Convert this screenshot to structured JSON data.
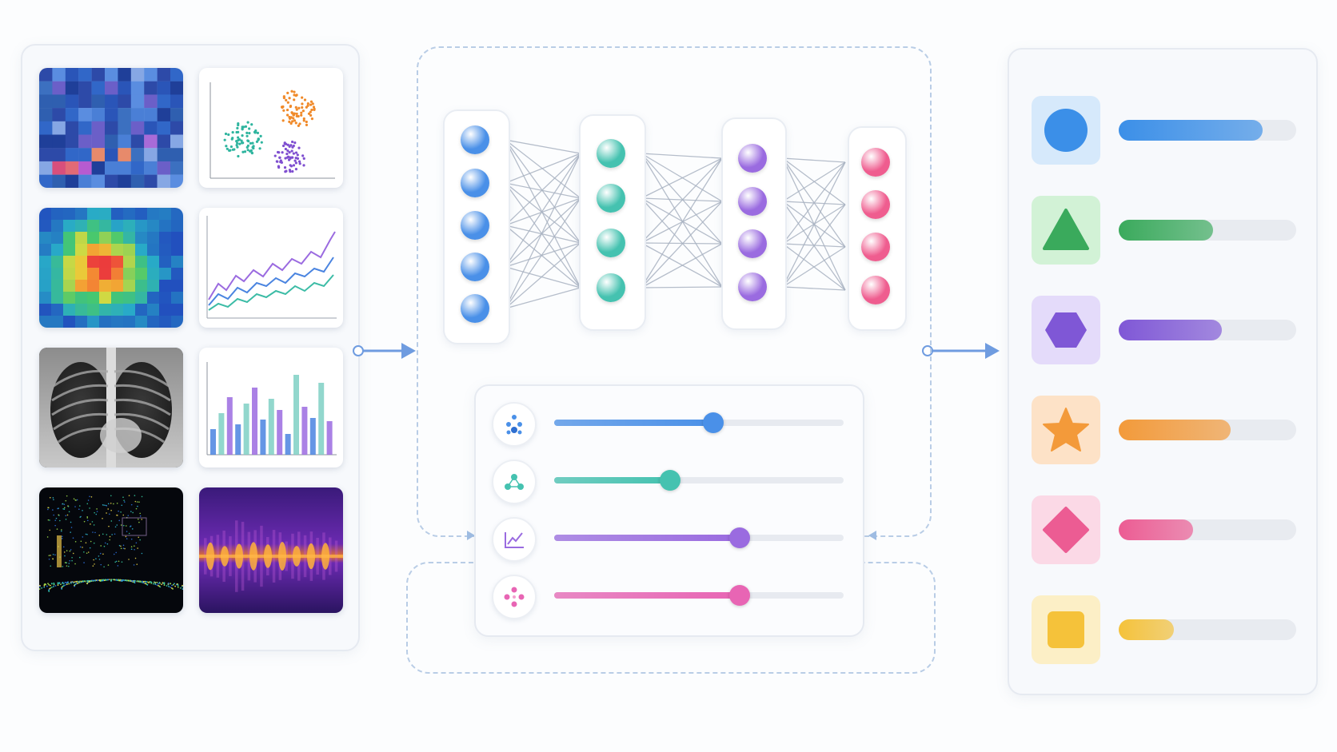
{
  "inputs": [
    {
      "name": "grid-heatmap",
      "icon": "heatmap-blue-icon"
    },
    {
      "name": "scatter-clusters",
      "icon": "scatter-plot-icon"
    },
    {
      "name": "thermal-heatmap",
      "icon": "heatmap-thermal-icon"
    },
    {
      "name": "line-chart",
      "icon": "line-chart-icon"
    },
    {
      "name": "chest-xray",
      "icon": "xray-icon"
    },
    {
      "name": "bar-chart",
      "icon": "bar-chart-icon"
    },
    {
      "name": "lidar-point-cloud",
      "icon": "point-cloud-icon"
    },
    {
      "name": "spectrogram",
      "icon": "spectrogram-icon"
    }
  ],
  "network": {
    "layers": [
      {
        "nodes": 5,
        "color": "#4a90e8"
      },
      {
        "nodes": 4,
        "color": "#45c2b0"
      },
      {
        "nodes": 4,
        "color": "#9a6be0"
      },
      {
        "nodes": 4,
        "color": "#ef5d8f"
      }
    ]
  },
  "controls": [
    {
      "icon": "droplets-icon",
      "value": 0.55,
      "color": "#4a90e8"
    },
    {
      "icon": "nodes-icon",
      "value": 0.4,
      "color": "#45c2b0"
    },
    {
      "icon": "trend-icon",
      "value": 0.64,
      "color": "#9a6be0"
    },
    {
      "icon": "cluster-icon",
      "value": 0.64,
      "color": "#e865b4"
    }
  ],
  "outputs": [
    {
      "shape": "circle-icon",
      "value": 0.81,
      "color": "#3b8fe8",
      "bg": "#d6e9fb"
    },
    {
      "shape": "triangle-icon",
      "value": 0.53,
      "color": "#3aaa5c",
      "bg": "#d2f2d6"
    },
    {
      "shape": "hexagon-icon",
      "value": 0.58,
      "color": "#7f57d6",
      "bg": "#e4dbfa"
    },
    {
      "shape": "star-icon",
      "value": 0.63,
      "color": "#f39a3a",
      "bg": "#fde2c7"
    },
    {
      "shape": "diamond-icon",
      "value": 0.42,
      "color": "#ec5c93",
      "bg": "#fbd9e6"
    },
    {
      "shape": "square-icon",
      "value": 0.31,
      "color": "#f5c23a",
      "bg": "#fcefc6"
    }
  ]
}
